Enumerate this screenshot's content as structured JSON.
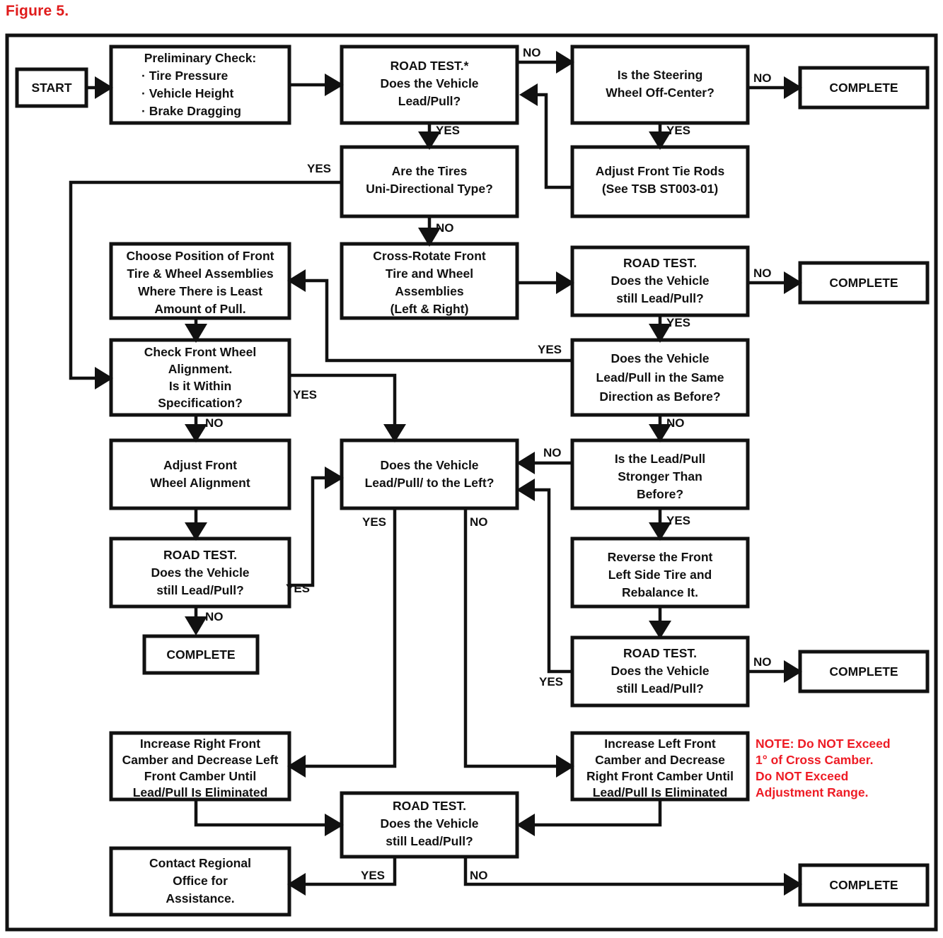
{
  "figure": {
    "title": "Figure 5."
  },
  "colors": {
    "line": "#111111",
    "box_fill": "#ffffff",
    "note_red": "#ee1c25",
    "title_red": "#e01b1b"
  },
  "nodes": {
    "start": {
      "label": "START"
    },
    "prelim": {
      "line1": "Preliminary Check:",
      "line2": "· Tire Pressure",
      "line3": "· Vehicle Height",
      "line4": "· Brake Dragging"
    },
    "roadtest1": {
      "line1": "ROAD TEST.*",
      "line2": "Does the Vehicle",
      "line3": "Lead/Pull?"
    },
    "steering": {
      "line1": "Is the Steering",
      "line2": "Wheel Off-Center?"
    },
    "complete1": {
      "label": "COMPLETE"
    },
    "tierods": {
      "line1": "Adjust Front Tie Rods",
      "line2": "(See TSB ST003-01)"
    },
    "unidir": {
      "line1": "Are the Tires",
      "line2": "Uni-Directional Type?"
    },
    "choosepos": {
      "line1": "Choose Position of Front",
      "line2": "Tire & Wheel Assemblies",
      "line3": "Where There is Least",
      "line4": "Amount of Pull."
    },
    "crossrotate": {
      "line1": "Cross-Rotate Front",
      "line2": "Tire and Wheel",
      "line3": "Assemblies",
      "line4": "(Left & Right)"
    },
    "roadtest2": {
      "line1": "ROAD TEST.",
      "line2": "Does the Vehicle",
      "line3": "still Lead/Pull?"
    },
    "complete2": {
      "label": "COMPLETE"
    },
    "checkalign": {
      "line1": "Check Front Wheel",
      "line2": "Alignment.",
      "line3": "Is it Within",
      "line4": "Specification?"
    },
    "samedir": {
      "line1": "Does the Vehicle",
      "line2": "Lead/Pull in the Same",
      "line3": "Direction as Before?"
    },
    "adjustalign": {
      "line1": "Adjust Front",
      "line2": "Wheel Alignment"
    },
    "leftpull": {
      "line1": "Does the Vehicle",
      "line2": "Lead/Pull/ to the Left?"
    },
    "stronger": {
      "line1": "Is the Lead/Pull",
      "line2": "Stronger Than",
      "line3": "Before?"
    },
    "roadtest3": {
      "line1": "ROAD TEST.",
      "line2": "Does the Vehicle",
      "line3": "still Lead/Pull?"
    },
    "reverse": {
      "line1": "Reverse the Front",
      "line2": "Left Side Tire and",
      "line3": "Rebalance It."
    },
    "complete3": {
      "label": "COMPLETE"
    },
    "roadtest4": {
      "line1": "ROAD TEST.",
      "line2": "Does the Vehicle",
      "line3": "still Lead/Pull?"
    },
    "complete4": {
      "label": "COMPLETE"
    },
    "incrright": {
      "line1": "Increase Right Front",
      "line2": "Camber and Decrease Left",
      "line3": "Front Camber Until",
      "line4": "Lead/Pull Is Eliminated"
    },
    "incrleft": {
      "line1": "Increase Left Front",
      "line2": "Camber and Decrease",
      "line3": "Right Front Camber Until",
      "line4": "Lead/Pull Is Eliminated"
    },
    "roadtest5": {
      "line1": "ROAD TEST.",
      "line2": "Does the Vehicle",
      "line3": "still Lead/Pull?"
    },
    "contact": {
      "line1": "Contact Regional",
      "line2": "Office for",
      "line3": "Assistance."
    },
    "complete5": {
      "label": "COMPLETE"
    }
  },
  "note": {
    "line1": "NOTE: Do NOT Exceed",
    "line2": "1° of Cross Camber.",
    "line3": "Do NOT Exceed",
    "line4": "Adjustment Range."
  },
  "edge_labels": {
    "rt1_no": "NO",
    "rt1_yes": "YES",
    "steer_no": "NO",
    "steer_yes": "YES",
    "unidir_yes": "YES",
    "unidir_no": "NO",
    "rt2_no": "NO",
    "rt2_yes": "YES",
    "samedir_yes": "YES",
    "samedir_no": "NO",
    "align_yes": "YES",
    "align_no": "NO",
    "stronger_no": "NO",
    "stronger_yes": "YES",
    "rt3_no": "NO",
    "rt4_no": "NO",
    "rt4_yes": "YES",
    "leftpull_yes": "YES",
    "leftpull_no": "NO",
    "rt5_yes": "YES",
    "rt5_no": "NO"
  }
}
